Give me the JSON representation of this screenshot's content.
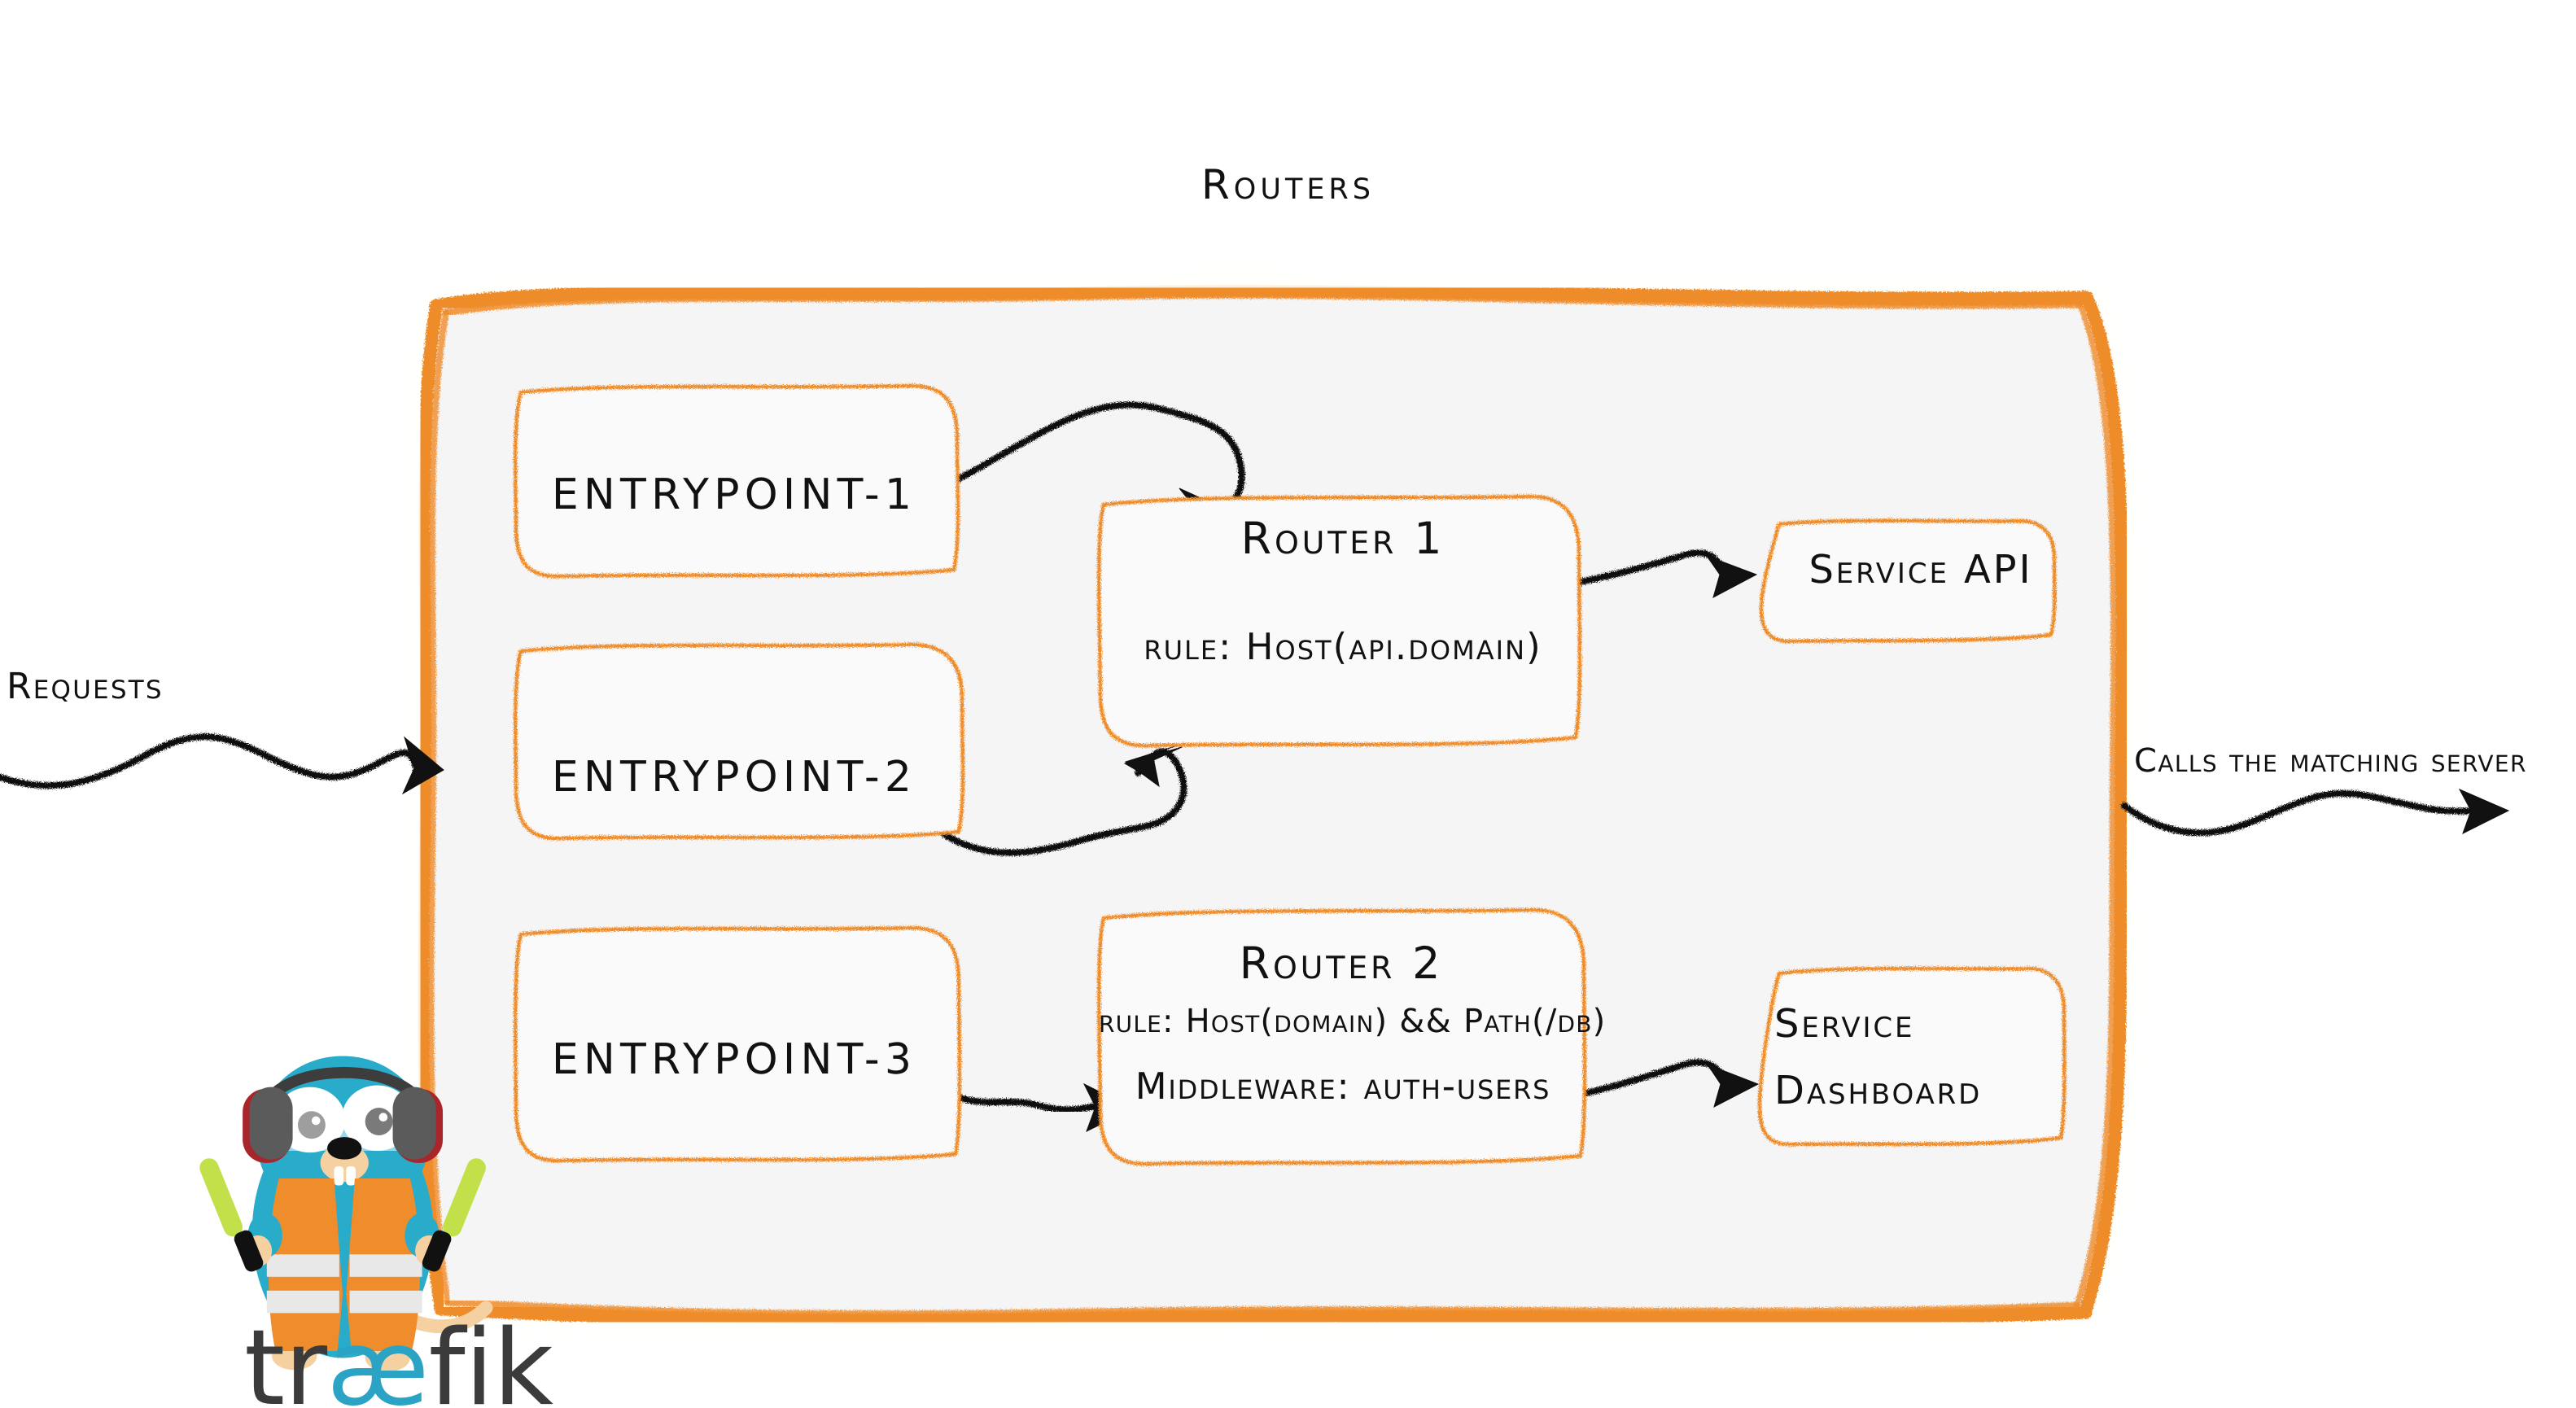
{
  "diagram": {
    "title": "Routers",
    "brand": "traefik",
    "brand_parts": {
      "pre": "tr",
      "ae": "æ",
      "post": "fik"
    },
    "colors": {
      "orange": "#EF8C2B",
      "panel_fill": "#F5F5F5",
      "ink": "#111111",
      "gopher_body": "#29ABCA",
      "gopher_vest": "#EF8C2B",
      "gopher_wand": "#C2E04A",
      "wordmark_dark": "#3B3B3B",
      "wordmark_cyan": "#2AA3C4"
    },
    "inbound": {
      "label": "Requests",
      "arrow": "wavy-arrow-right-icon"
    },
    "outbound": {
      "label": "Calls the matching server",
      "arrow": "wavy-arrow-right-icon"
    },
    "entrypoints": [
      {
        "label": "entrypoint-1"
      },
      {
        "label": "entrypoint-2"
      },
      {
        "label": "entrypoint-3"
      }
    ],
    "routers": [
      {
        "title": "Router 1",
        "lines": [
          "rule: Host(api.domain)"
        ]
      },
      {
        "title": "Router 2",
        "lines": [
          "rule: Host(domain) && Path(/db)",
          "Middleware: auth-users"
        ]
      }
    ],
    "services": [
      {
        "label": "Service API",
        "lines": [
          "Service API"
        ]
      },
      {
        "label": "Service Dashboard",
        "lines": [
          "Service",
          "Dashboard"
        ]
      }
    ],
    "connections": [
      {
        "from": "entrypoint-1",
        "to": "Router 1"
      },
      {
        "from": "entrypoint-2",
        "to": "Router 1"
      },
      {
        "from": "entrypoint-3",
        "to": "Router 2"
      },
      {
        "from": "Router 1",
        "to": "Service API"
      },
      {
        "from": "Router 2",
        "to": "Service Dashboard"
      }
    ]
  }
}
